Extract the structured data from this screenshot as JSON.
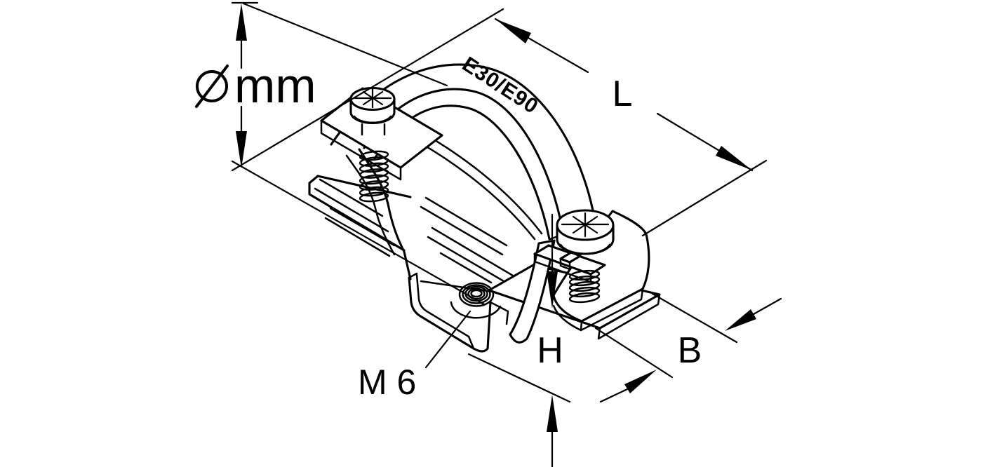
{
  "drawing": {
    "description": "Isometric line drawing of a one-piece pipe clamp with two cross-recess screws, saddle band and U-channel foot with threaded hole",
    "band_marking": "E30/E90",
    "thread_label": "M 6",
    "dimension_labels": {
      "diameter_symbol": "⌀",
      "diameter_unit": "mm",
      "length": "L",
      "height": "H",
      "width": "B"
    },
    "colors": {
      "line": "#000000",
      "background": "#ffffff"
    }
  }
}
